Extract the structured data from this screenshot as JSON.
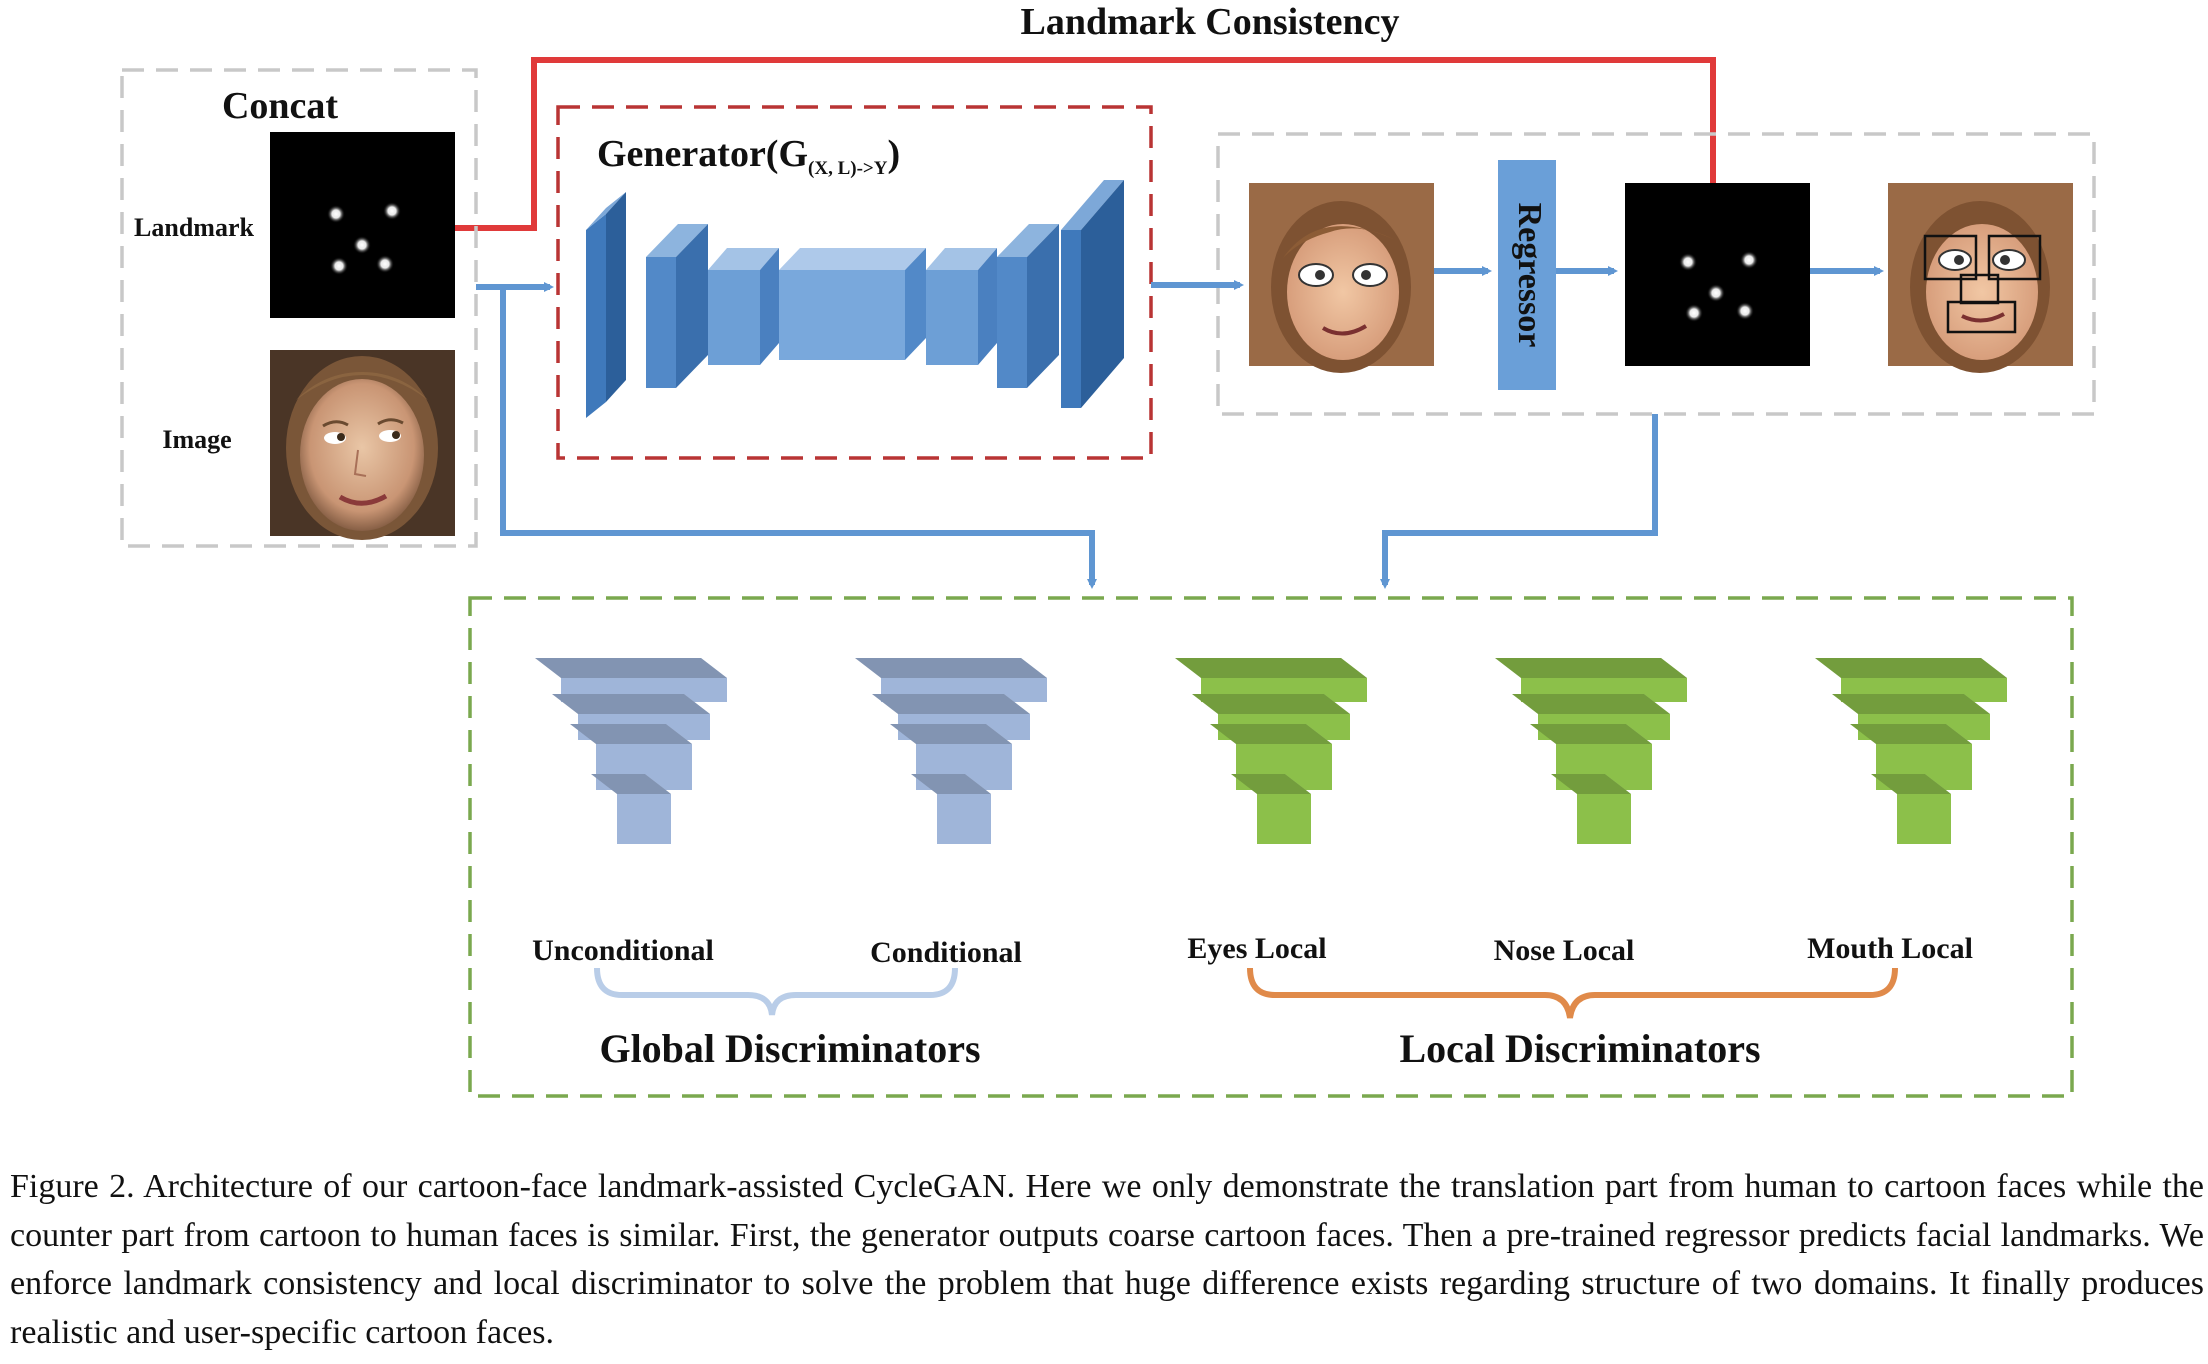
{
  "diagram": {
    "top_label": "Landmark Consistency",
    "concat_label": "Concat",
    "landmark_label": "Landmark",
    "image_label": "Image",
    "generator_label": "Generator(G",
    "generator_subscript": "(X, L)->Y",
    "generator_close": ")",
    "regressor_label": "Regressor",
    "discriminators": [
      {
        "label": "Unconditional",
        "color": "#9fb5d9"
      },
      {
        "label": "Conditional",
        "color": "#9fb5d9"
      },
      {
        "label": "Eyes Local",
        "color": "#8cc04a"
      },
      {
        "label": "Nose Local",
        "color": "#8cc04a"
      },
      {
        "label": "Mouth Local",
        "color": "#8cc04a"
      }
    ],
    "global_group_label": "Global Discriminators",
    "local_group_label": "Local Discriminators",
    "colors": {
      "red_line": "#e03a3a",
      "generator_box": "#b93434",
      "blue_arrow": "#5f96d2",
      "green_box": "#7aa84f",
      "gray_box": "#c8c8c8",
      "global_brace": "#b9cde8",
      "local_brace": "#e08a4a"
    }
  },
  "caption": "Figure 2. Architecture of our cartoon-face landmark-assisted CycleGAN. Here we only demonstrate the translation part from human to cartoon faces while the counter part from cartoon to human faces is similar.  First, the generator outputs coarse cartoon faces.  Then a pre-trained regressor predicts facial landmarks. We enforce landmark consistency and local discriminator to solve the problem that huge difference exists regarding structure of two domains. It finally produces realistic and user-specific cartoon faces."
}
